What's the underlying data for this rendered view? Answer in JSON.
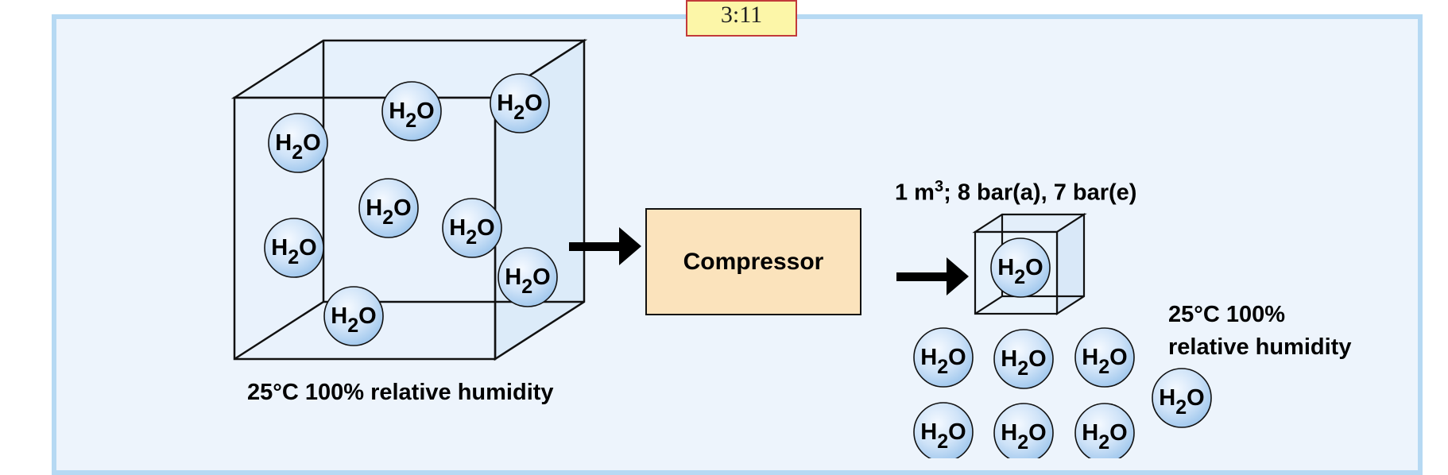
{
  "figure_label": "3:11",
  "molecule": {
    "main": "H",
    "sub": "2",
    "end": "O"
  },
  "left_caption": "25°C 100% relative humidity",
  "compressor_label": "Compressor",
  "right_volume_label": {
    "pre": "1 m",
    "sup": "3",
    "post": "; 8 bar(a), 7 bar(e)"
  },
  "right_caption": {
    "line1": "25°C 100%",
    "line2": "relative humidity"
  },
  "colors": {
    "panel_bg": "#edf4fc",
    "panel_border": "#b6d9f3",
    "compressor_bg": "#fbe3bc",
    "label_bg": "#fcf6a8",
    "label_border": "#c23a3a"
  }
}
